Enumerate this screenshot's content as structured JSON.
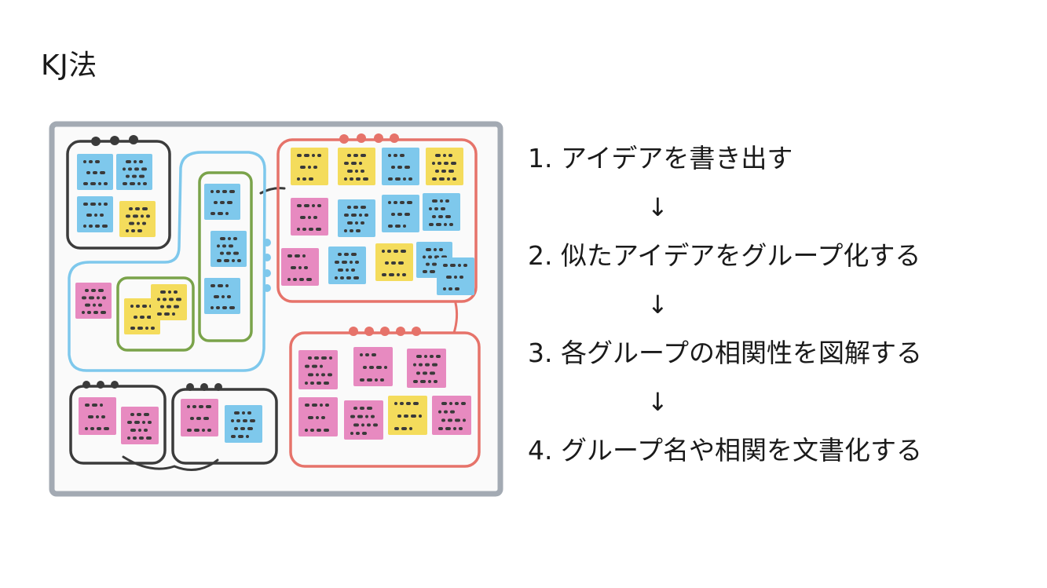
{
  "page": {
    "title": "KJ法"
  },
  "steps": [
    {
      "label": "1. アイデアを書き出す"
    },
    {
      "label": "2. 似たアイデアをグループ化する"
    },
    {
      "label": "3. 各グループの相関性を図解する"
    },
    {
      "label": "4. グループ名や相関を文書化する"
    }
  ],
  "arrow_symbol": "↓",
  "illustration": {
    "icon": "kj-method-board-illustration",
    "colors": {
      "board_border": "#a3aab3",
      "board_bg": "#fafafa",
      "note_blue": "#7ec8ec",
      "note_yellow": "#f4dc5c",
      "note_pink": "#e78ac0",
      "outline_black": "#3b3b3b",
      "outline_blue": "#7ec8ec",
      "outline_green": "#7aa34a",
      "outline_red": "#e6736a",
      "scribble": "#3a3a3a"
    }
  }
}
